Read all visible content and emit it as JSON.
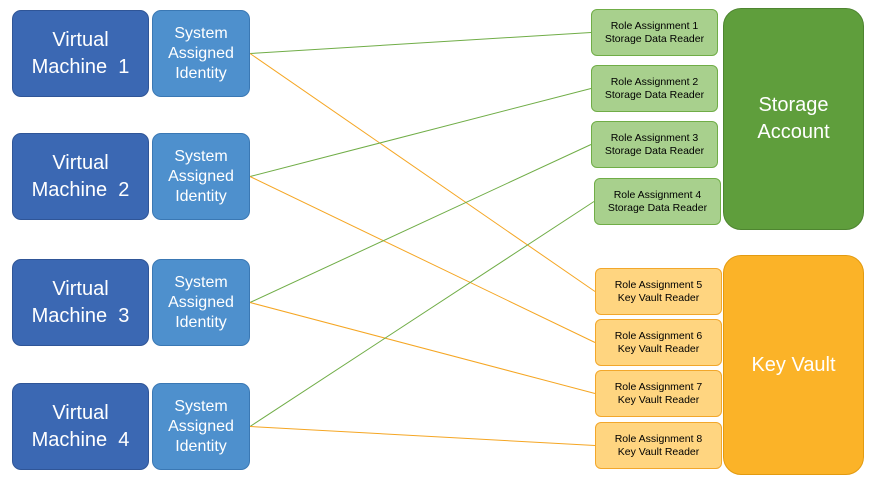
{
  "virtual_machines": [
    {
      "line1": "Virtual",
      "line2": "Machine  1"
    },
    {
      "line1": "Virtual",
      "line2": "Machine  2"
    },
    {
      "line1": "Virtual",
      "line2": "Machine  3"
    },
    {
      "line1": "Virtual",
      "line2": "Machine  4"
    }
  ],
  "identities": [
    {
      "line1": "System",
      "line2": "Assigned",
      "line3": "Identity"
    },
    {
      "line1": "System",
      "line2": "Assigned",
      "line3": "Identity"
    },
    {
      "line1": "System",
      "line2": "Assigned",
      "line3": "Identity"
    },
    {
      "line1": "System",
      "line2": "Assigned",
      "line3": "Identity"
    }
  ],
  "role_assignments": [
    {
      "title": "Role Assignment 1",
      "role": "Storage Data Reader"
    },
    {
      "title": "Role Assignment 2",
      "role": "Storage Data Reader"
    },
    {
      "title": "Role Assignment 3",
      "role": "Storage Data Reader"
    },
    {
      "title": "Role Assignment 4",
      "role": "Storage Data Reader"
    },
    {
      "title": "Role Assignment 5",
      "role": "Key Vault Reader"
    },
    {
      "title": "Role Assignment 6",
      "role": "Key Vault Reader"
    },
    {
      "title": "Role Assignment 7",
      "role": "Key Vault Reader"
    },
    {
      "title": "Role Assignment 8",
      "role": "Key Vault Reader"
    }
  ],
  "storage_account": {
    "line1": "Storage",
    "line2": "Account"
  },
  "key_vault": {
    "label": "Key Vault"
  },
  "connections": [
    {
      "from_identity": 1,
      "to_role": 1,
      "color": "#70ad47"
    },
    {
      "from_identity": 1,
      "to_role": 5,
      "color": "#f5a623"
    },
    {
      "from_identity": 2,
      "to_role": 2,
      "color": "#70ad47"
    },
    {
      "from_identity": 2,
      "to_role": 6,
      "color": "#f5a623"
    },
    {
      "from_identity": 3,
      "to_role": 3,
      "color": "#70ad47"
    },
    {
      "from_identity": 3,
      "to_role": 7,
      "color": "#f5a623"
    },
    {
      "from_identity": 4,
      "to_role": 4,
      "color": "#70ad47"
    },
    {
      "from_identity": 4,
      "to_role": 8,
      "color": "#f5a623"
    }
  ],
  "colors": {
    "vm": "#3b68b3",
    "identity": "#4e90cd",
    "storage_role": "#a8d08d",
    "keyvault_role": "#ffd580",
    "storage_account": "#5f9e3c",
    "key_vault": "#fbb328"
  }
}
